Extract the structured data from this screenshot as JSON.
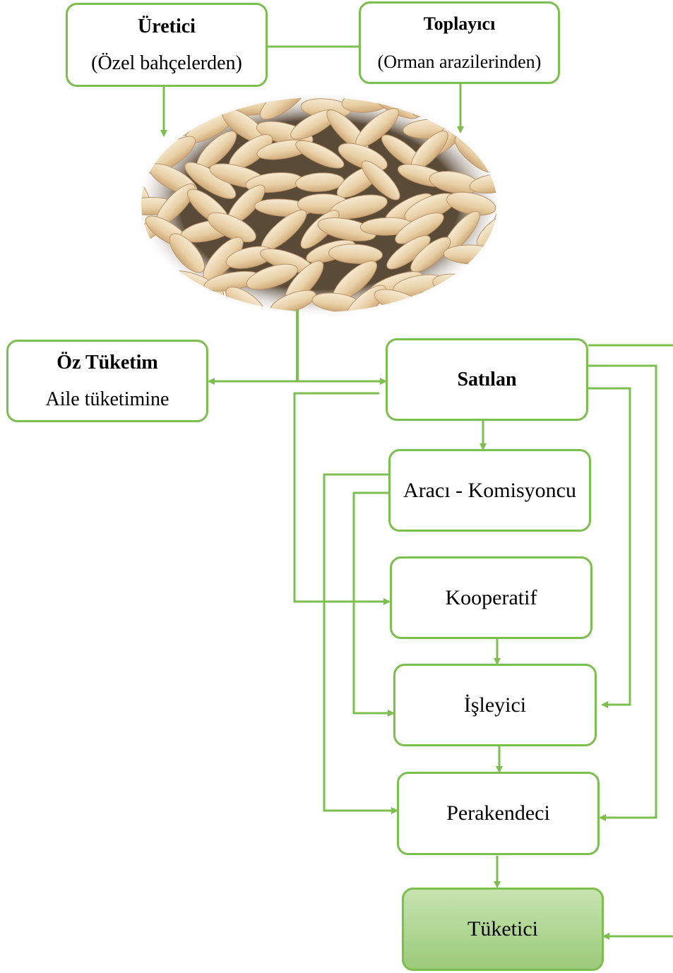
{
  "nodes": {
    "uretici": {
      "title": "Üretici",
      "sub": "(Özel bahçelerden)"
    },
    "toplayici": {
      "title": "Toplayıcı",
      "sub": "(Orman arazilerinden)"
    },
    "oz_tuketim": {
      "title": "Öz Tüketim",
      "sub": "Aile tüketimine"
    },
    "satilan": {
      "title": "Satılan"
    },
    "araci": {
      "label": "Aracı - Komisyoncu"
    },
    "kooperatif": {
      "label": "Kooperatif"
    },
    "isleyici": {
      "label": "İşleyici"
    },
    "perakendeci": {
      "label": "Perakendeci"
    },
    "tuketici": {
      "label": "Tüketici"
    }
  },
  "image": {
    "subject": "pine-nuts-photo"
  },
  "colors": {
    "line": "#7cbf4e",
    "consumer_fill_top": "#c7e3b0",
    "consumer_fill_bottom": "#9bcb7a"
  }
}
